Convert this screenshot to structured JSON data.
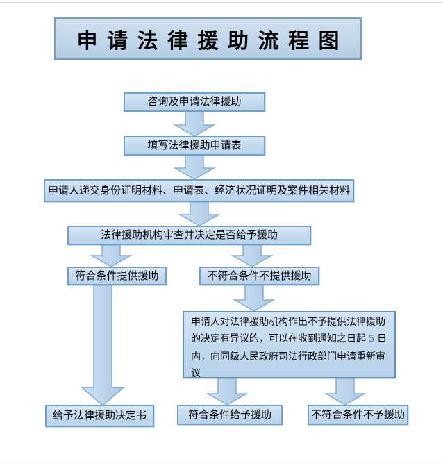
{
  "page": {
    "background": "#ffffff"
  },
  "flowchart": {
    "title": "申请法律援助流程图",
    "nodes": {
      "consult": {
        "label": "咨询及申请法律援助"
      },
      "fill_form": {
        "label": "填写法律援助申请表"
      },
      "submit_materials": {
        "label": "申请人递交身份证明材料、申请表、经济状况证明及案件相关材料"
      },
      "review": {
        "label": "法律援助机构审查并决定是否给予援助"
      },
      "qualified": {
        "label": "符合条件提供援助"
      },
      "not_qualified": {
        "label": "不符合条件不提供援助"
      },
      "appeal": {
        "before": "申请人对法律援助机构作出不予提供法律援助的决定有异议的，可以在收到通知之日起 ",
        "days": "5",
        "after": " 日内，向同级人民政府司法行政部门申请重新审议"
      },
      "decision_letter": {
        "label": "给予法律援助决定书"
      },
      "grant": {
        "label": "符合条件给予援助"
      },
      "deny": {
        "label": "不符合条件不予援助"
      }
    },
    "colors": {
      "node_fill": "#c6dcf0",
      "node_border": "#6fa0c8",
      "title_border": "#7f9cb6",
      "arrow_fill_light": "#cfe2f3",
      "arrow_fill_dark": "#a9c7e5",
      "arrow_border": "#85add2",
      "days_digit": "#44688a",
      "text": "#000000"
    }
  }
}
